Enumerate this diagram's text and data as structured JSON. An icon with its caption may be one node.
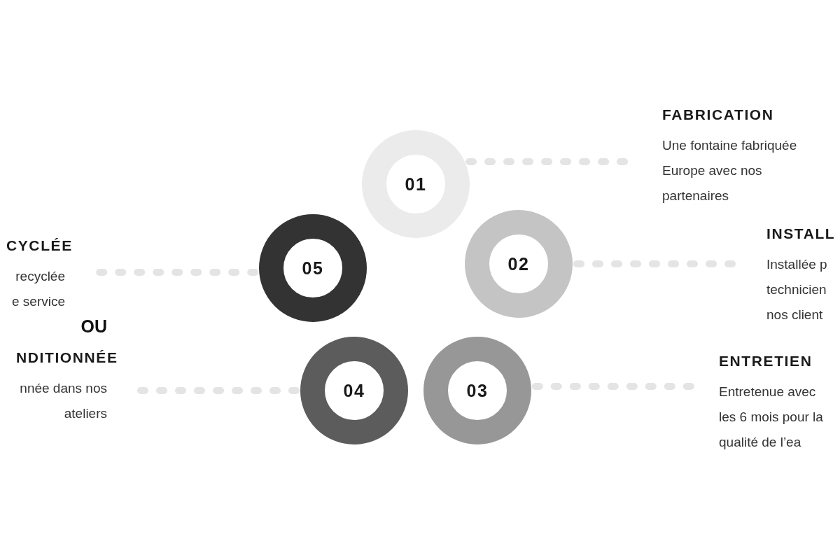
{
  "diagram": {
    "nodes": [
      {
        "text": [
          "01"
        ]
      },
      {
        "text": [
          "FABRICATION",
          "Une fontaine fabriquée Europe avec nos partenaires"
        ]
      },
      {
        "text": [
          "02"
        ]
      },
      {
        "text": [
          "INSTALL",
          "Installée p technicien nos client"
        ]
      },
      {
        "text": [
          "03"
        ]
      },
      {
        "text": [
          "ENTRETIEN",
          "Entretenue avec les 6 mois pour la qualité de l’ea"
        ]
      },
      {
        "text": [
          "04"
        ]
      },
      {
        "text": [
          "NDITIONNÉE",
          "nnée dans nos ateliers"
        ]
      },
      {
        "text": [
          "05"
        ]
      },
      {
        "text": [
          "CYCLÉE",
          "recyclée e service"
        ]
      }
    ],
    "edges": [
      {
        "from": 0,
        "to": 1,
        "arrow": "none",
        "style": "dashed"
      },
      {
        "from": 2,
        "to": 3,
        "arrow": "none",
        "style": "dashed"
      },
      {
        "from": 4,
        "to": 5,
        "arrow": "none",
        "style": "dashed"
      },
      {
        "from": 6,
        "to": 7,
        "arrow": "none",
        "style": "dashed"
      },
      {
        "from": 8,
        "to": 9,
        "arrow": "none",
        "style": "dashed"
      }
    ],
    "labels": [
      "OU"
    ]
  }
}
